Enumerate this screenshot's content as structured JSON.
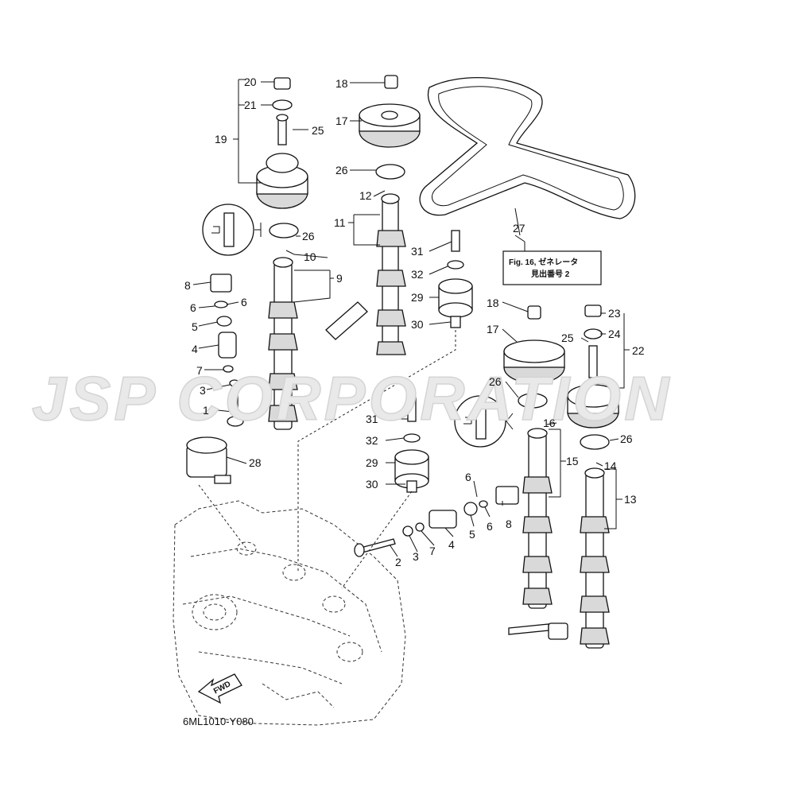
{
  "watermark": "JSP CORPORATION",
  "reference_box": {
    "line1": "Fig. 16, ゼネレータ",
    "line2": "見出番号 2"
  },
  "document_code": "6ML1010-Y080",
  "direction_label": "FWD",
  "callouts": {
    "n1": "1",
    "n2": "2",
    "n3a": "3",
    "n3b": "3",
    "n4a": "4",
    "n4b": "4",
    "n5a": "5",
    "n5b": "5",
    "n6a": "6",
    "n6b": "6",
    "n6c": "6",
    "n6d": "6",
    "n7a": "7",
    "n7b": "7",
    "n8a": "8",
    "n8b": "8",
    "n9": "9",
    "n10": "10",
    "n11": "11",
    "n12": "12",
    "n13": "13",
    "n14": "14",
    "n15": "15",
    "n16": "16",
    "n17a": "17",
    "n17b": "17",
    "n18a": "18",
    "n18b": "18",
    "n19": "19",
    "n20": "20",
    "n21": "21",
    "n22": "22",
    "n23": "23",
    "n24": "24",
    "n25a": "25",
    "n25b": "25",
    "n26a": "26",
    "n26b": "26",
    "n26c": "26",
    "n26d": "26",
    "n27": "27",
    "n28": "28",
    "n29a": "29",
    "n29b": "29",
    "n30a": "30",
    "n30b": "30",
    "n31a": "31",
    "n31b": "31",
    "n32a": "32",
    "n32b": "32"
  }
}
